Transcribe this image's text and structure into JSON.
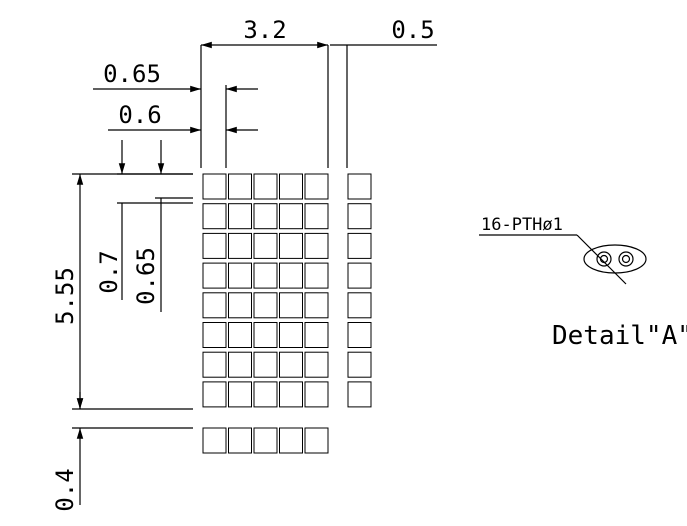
{
  "dimensions": {
    "width_total": "3.2",
    "col_gap": "0.5",
    "pad_pitch": "0.65",
    "pad_width": "0.6",
    "height_total": "5.55",
    "row_pitch": "0.7",
    "pad_height": "0.65",
    "bottom_gap": "0.4"
  },
  "detail": {
    "note": "16-PTHø1",
    "title": "Detail\"A\""
  },
  "grid": {
    "main_columns": 5,
    "main_rows": 8,
    "side_rows": 8,
    "bottom_columns": 5
  }
}
